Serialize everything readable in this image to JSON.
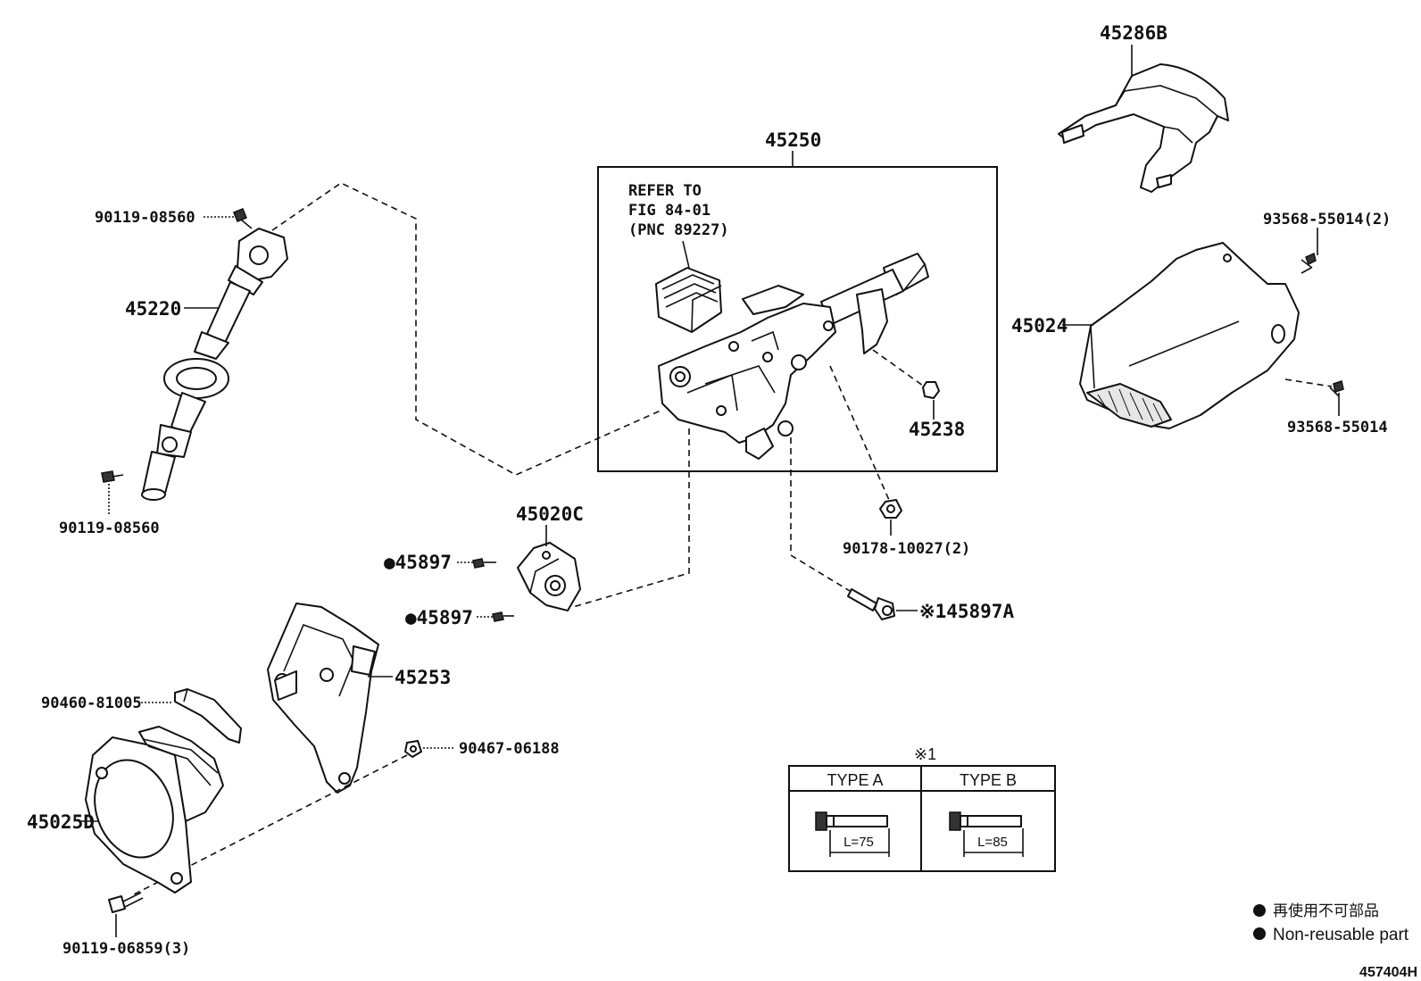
{
  "diagram_id": "457404H",
  "callouts": {
    "p45286B": "45286B",
    "p45250": "45250",
    "p93568_2": "93568-55014(2)",
    "p45024": "45024",
    "p93568": "93568-55014",
    "p45238": "45238",
    "p90178": "90178-10027(2)",
    "p45897A": "※145897A",
    "p90119_top": "90119-08560",
    "p45220": "45220",
    "p90119_bot": "90119-08560",
    "p45020C": "45020C",
    "p45897_1": "●45897",
    "p45897_2": "●45897",
    "p45253": "45253",
    "p90460": "90460-81005",
    "p90467": "90467-06188",
    "p45025D": "45025D",
    "p90119_06859": "90119-06859(3)"
  },
  "refer_note": {
    "line1": "REFER TO",
    "line2": "FIG 84-01",
    "line3": "(PNC 89227)"
  },
  "type_table": {
    "title": "※1",
    "col_a": "TYPE A",
    "col_b": "TYPE B",
    "len_a": "L=75",
    "len_b": "L=85"
  },
  "legend": {
    "line_ja": "再使用不可部品",
    "line_en": "Non-reusable part"
  }
}
